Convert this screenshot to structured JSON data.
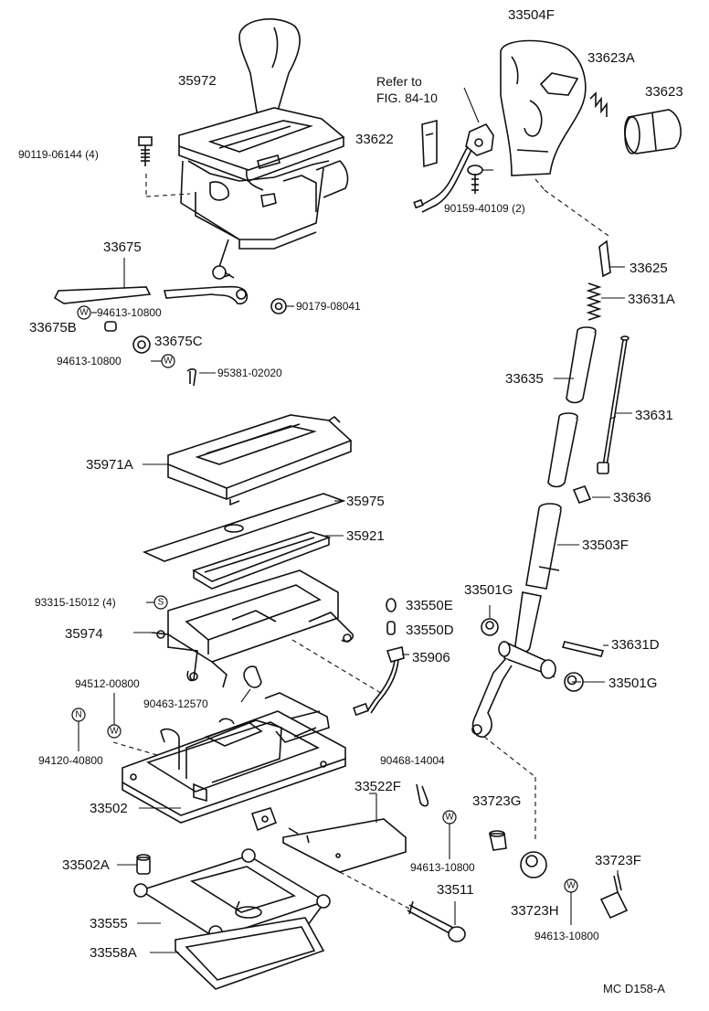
{
  "refer": [
    "Refer to",
    "FIG. 84-10"
  ],
  "footer": "MC  D158-A",
  "badges": {
    "washer": "W",
    "nut": "N",
    "screw": "S"
  },
  "labels": {
    "p35972": "35972",
    "p90119_06144": "90119-06144 (4)",
    "p33675": "33675",
    "p94613_10800_a": "94613-10800",
    "p33675B": "33675B",
    "p33675C": "33675C",
    "p94613_10800_b": "94613-10800",
    "p95381_02020": "95381-02020",
    "p90179_08041": "90179-08041",
    "p33504F": "33504F",
    "p33623A": "33623A",
    "p33623": "33623",
    "p33622": "33622",
    "p90159_40109": "90159-40109 (2)",
    "p33625": "33625",
    "p33631A": "33631A",
    "p33635": "33635",
    "p33631": "33631",
    "p33636": "33636",
    "p33503F": "33503F",
    "p35971A": "35971A",
    "p35975": "35975",
    "p35921": "35921",
    "p93315_15012": "93315-15012 (4)",
    "p35974": "35974",
    "p33550E": "33550E",
    "p33550D": "33550D",
    "p35906": "35906",
    "p33501G_a": "33501G",
    "p33631D": "33631D",
    "p33501G_b": "33501G",
    "p94512_00800": "94512-00800",
    "p90463_12570": "90463-12570",
    "p94120_40800": "94120-40800",
    "p90468_14004": "90468-14004",
    "p33522F": "33522F",
    "p33723G": "33723G",
    "p33502": "33502",
    "p94613_10800_c": "94613-10800",
    "p33502A": "33502A",
    "p33511": "33511",
    "p33723H": "33723H",
    "p33723F": "33723F",
    "p33555": "33555",
    "p33558A": "33558A",
    "p94613_10800_d": "94613-10800"
  }
}
